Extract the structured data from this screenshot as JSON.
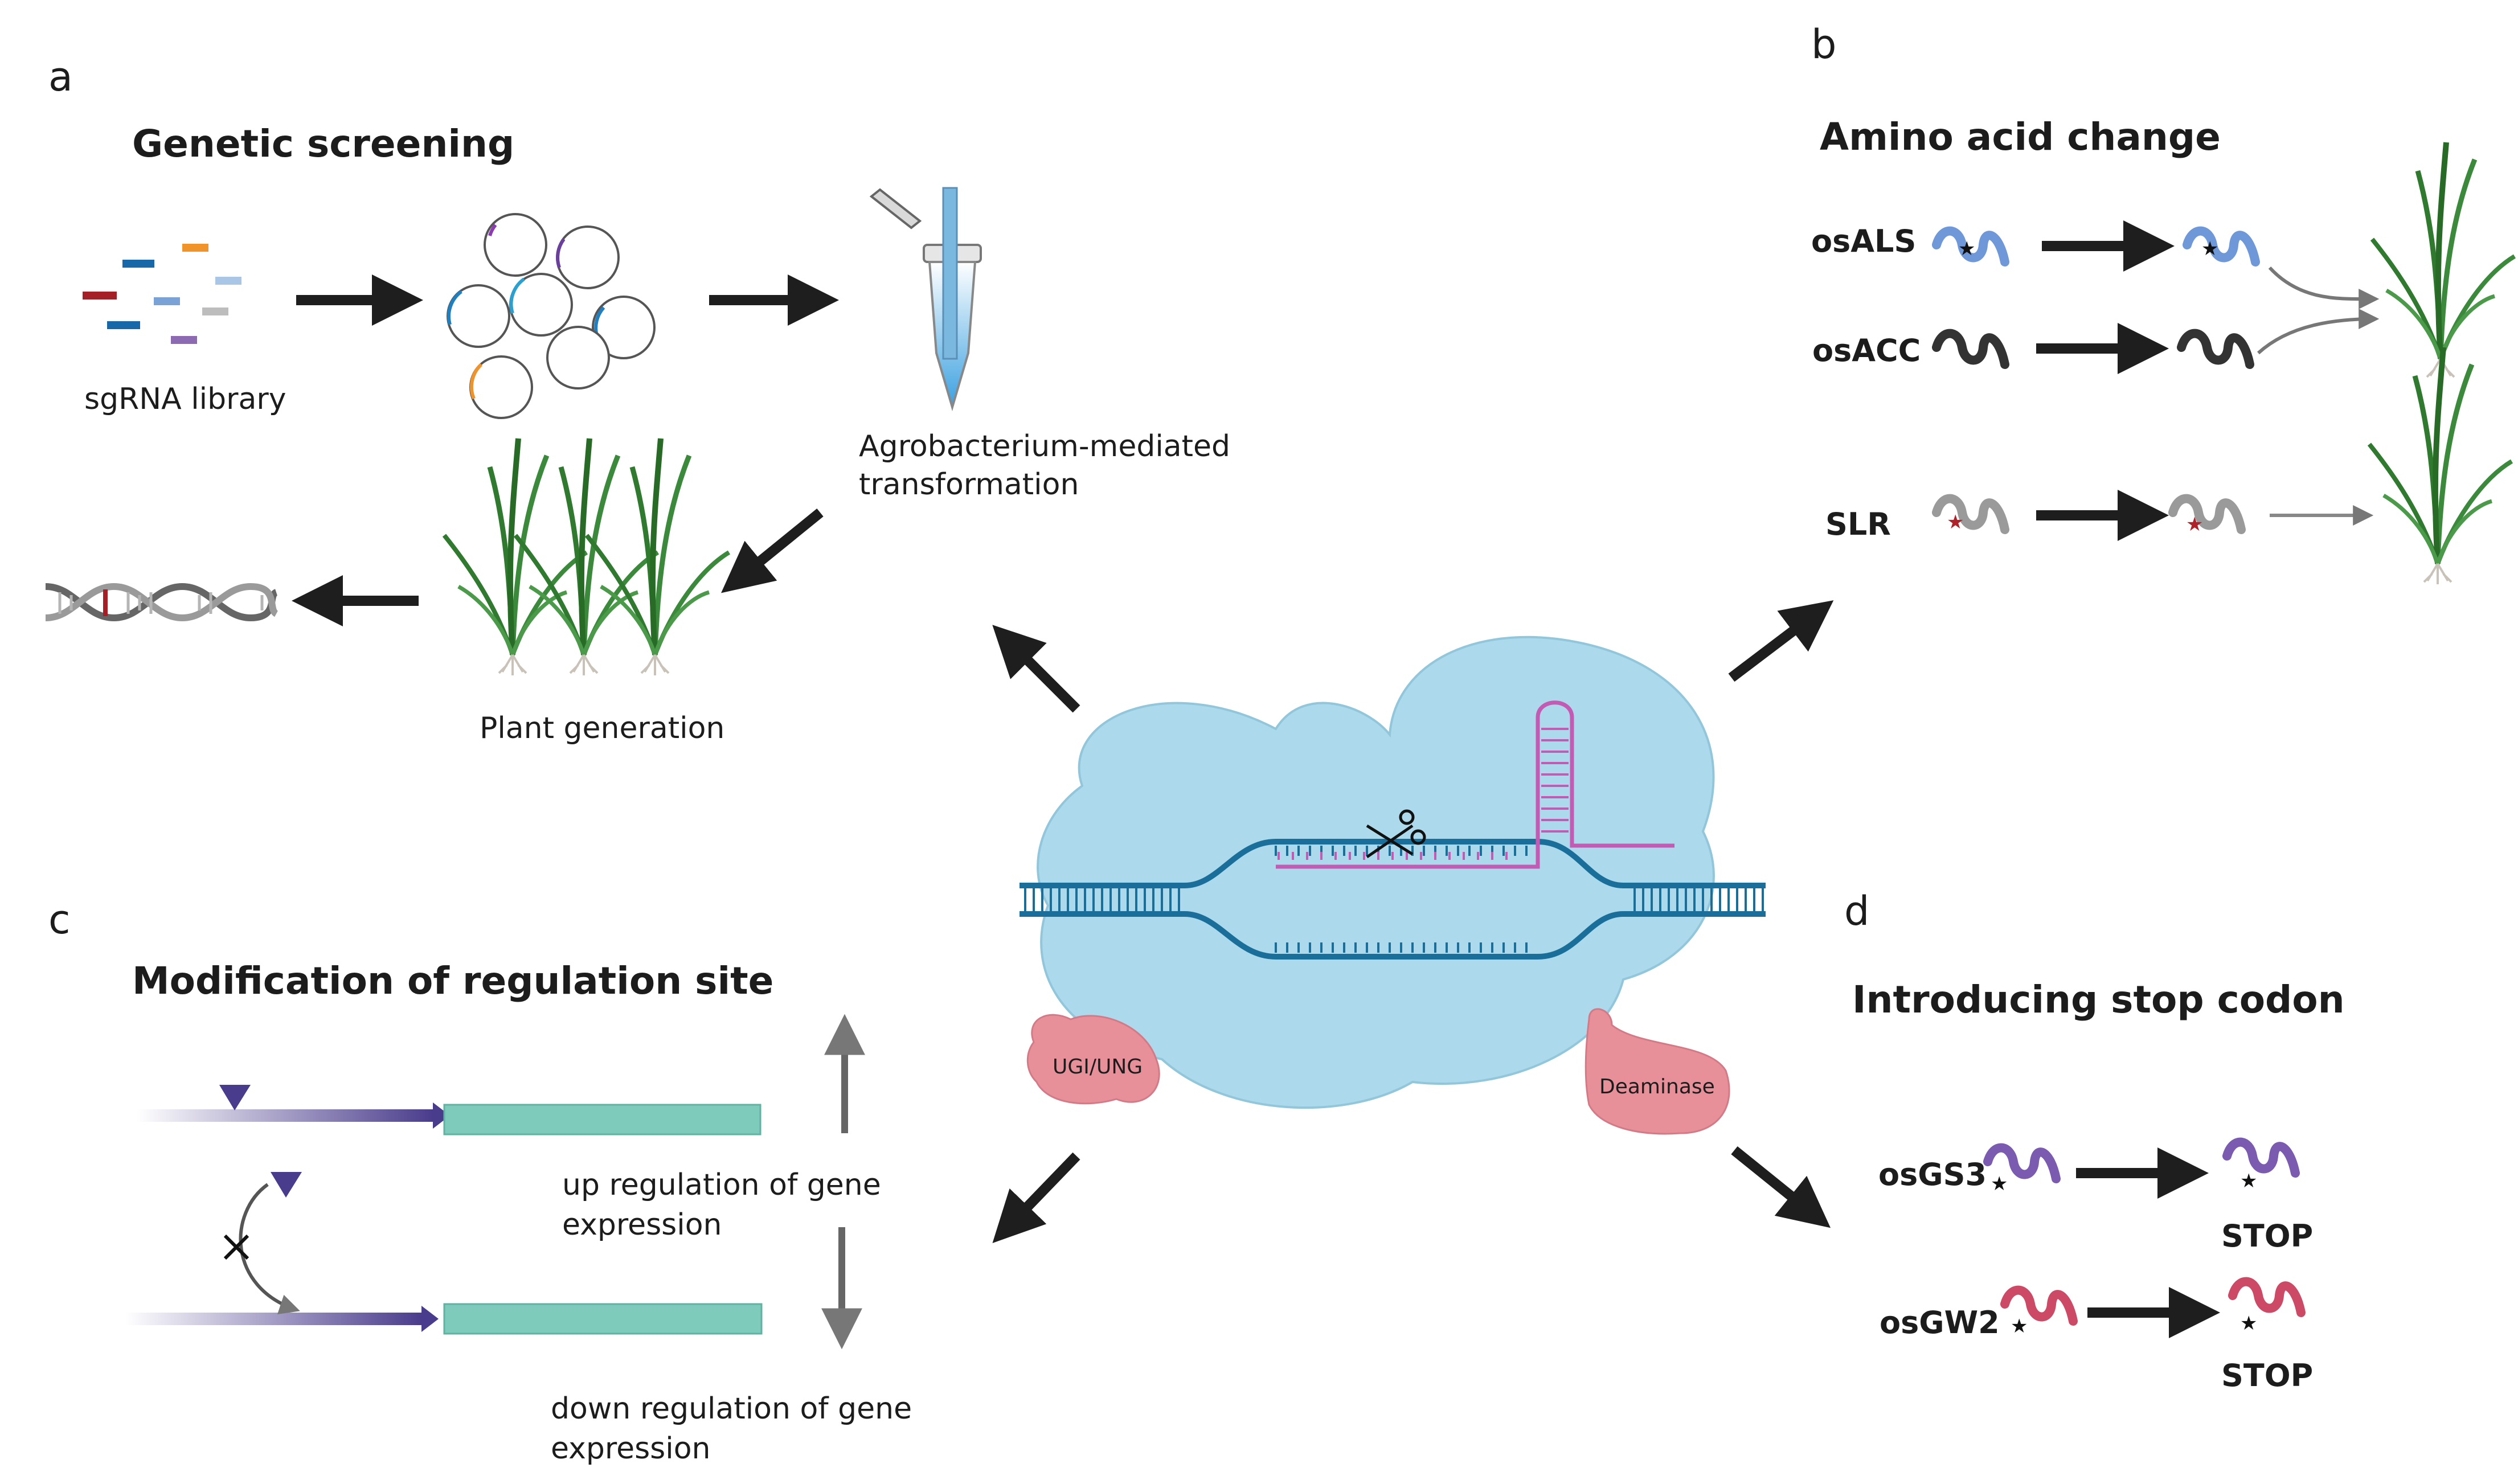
{
  "panels": {
    "a": {
      "letter": "a",
      "title": "Genetic screening",
      "sgrna_label": "sgRNA library",
      "agro_label_line1": "Agrobacterium-mediated",
      "agro_label_line2": "transformation",
      "plant_label": "Plant generation"
    },
    "b": {
      "letter": "b",
      "title": "Amino acid change",
      "genes": [
        "osALS",
        "osACC",
        "SLR"
      ]
    },
    "c": {
      "letter": "c",
      "title": "Modification of regulation site",
      "up_line1": "up regulation of gene",
      "up_line2": "expression",
      "down_line1": "down regulation of gene",
      "down_line2": "expression"
    },
    "d": {
      "letter": "d",
      "title": "Introducing stop codon",
      "genes": [
        "osGS3",
        "osGW2"
      ],
      "stop_label": "STOP"
    }
  },
  "center": {
    "ugi_label": "UGI/UNG",
    "deaminase_label": "Deaminase"
  },
  "colors": {
    "protein": "#a8d8ea",
    "dna": "#1a6f9a",
    "sgrna": "#c45ab3",
    "enzyme": "#e8909a",
    "rice": "#2f7a2f",
    "arrow": "#222222",
    "promoter": "#4a3c8c",
    "gene_box": "#7fcbbb"
  }
}
